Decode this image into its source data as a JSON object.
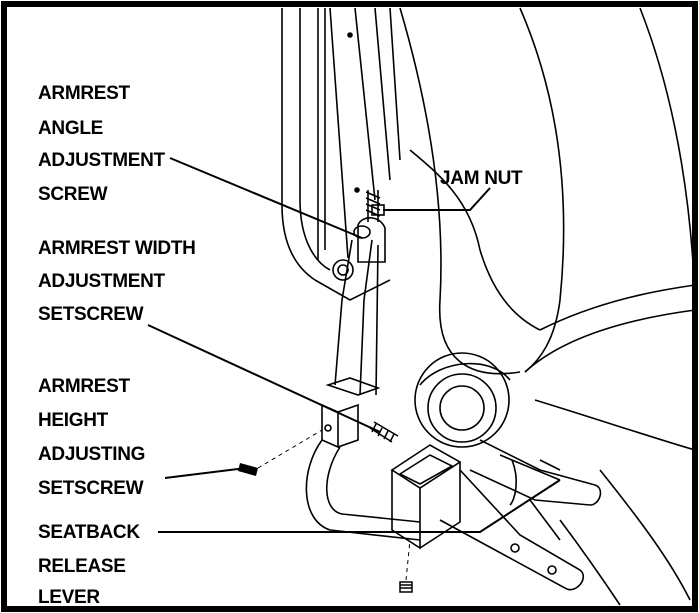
{
  "labels": {
    "angle_screw": [
      "ARMREST",
      "ANGLE",
      "ADJUSTMENT",
      "SCREW"
    ],
    "jam_nut": "JAM NUT",
    "width_setscrew": [
      "ARMREST WIDTH",
      "ADJUSTMENT",
      "SETSCREW"
    ],
    "height_setscrew": [
      "ARMREST",
      "HEIGHT",
      "ADJUSTING",
      "SETSCREW"
    ],
    "release_lever": [
      "SEATBACK",
      "RELEASE",
      "LEVER"
    ]
  }
}
